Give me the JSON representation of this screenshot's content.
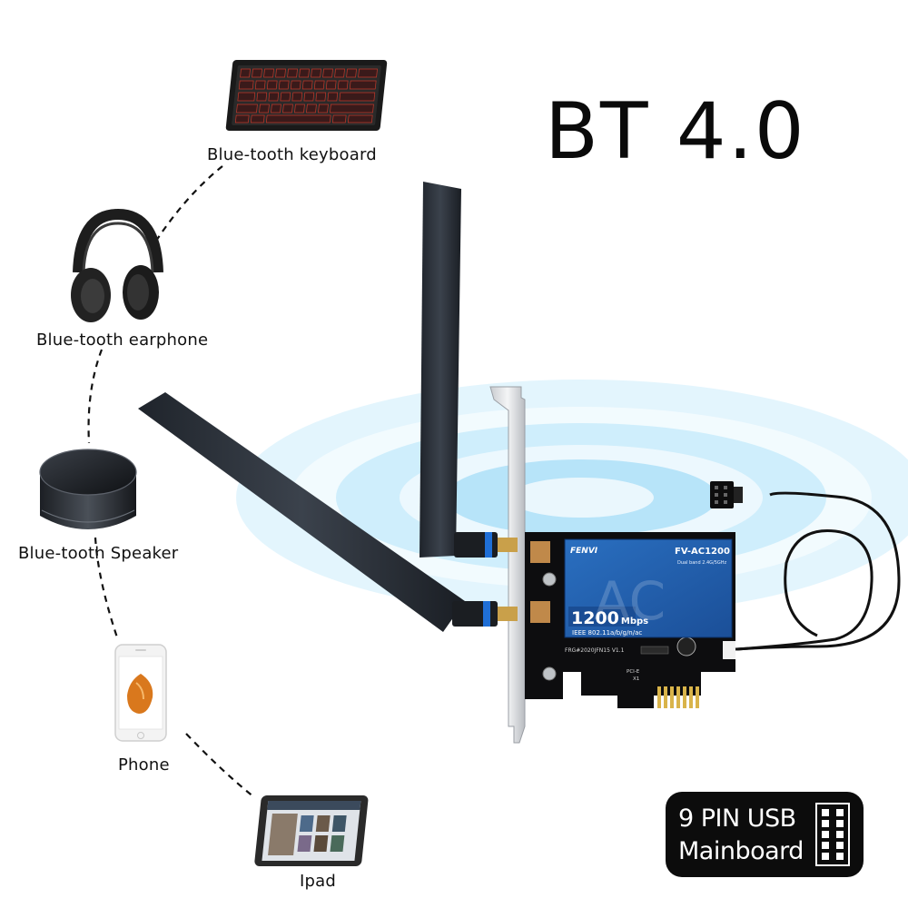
{
  "title": "BT 4.0",
  "devices": {
    "keyboard": "Blue-tooth keyboard",
    "earphone": "Blue-tooth earphone",
    "speaker": "Blue-tooth Speaker",
    "phone": "Phone",
    "ipad": "Ipad"
  },
  "card": {
    "brand": "FENVI",
    "model": "FV-AC1200",
    "band": "Dual band 2.4G/5GHz",
    "speed": "1200",
    "speed_unit": "Mbps",
    "standard": "IEEE 802.11a/b/g/n/ac",
    "watermark": "AC",
    "pcb_code": "FRG#2020JFN15  V1.1",
    "slot_label": "PCI-E",
    "slot_size": "X1"
  },
  "usb_badge": {
    "line1": "9 PIN USB",
    "line2": "Mainboard"
  },
  "colors": {
    "signal_ring": "#bfe9fb",
    "antenna": "#2b3038",
    "card_label": "#1e5aa8",
    "badge": "#0c0c0c"
  }
}
